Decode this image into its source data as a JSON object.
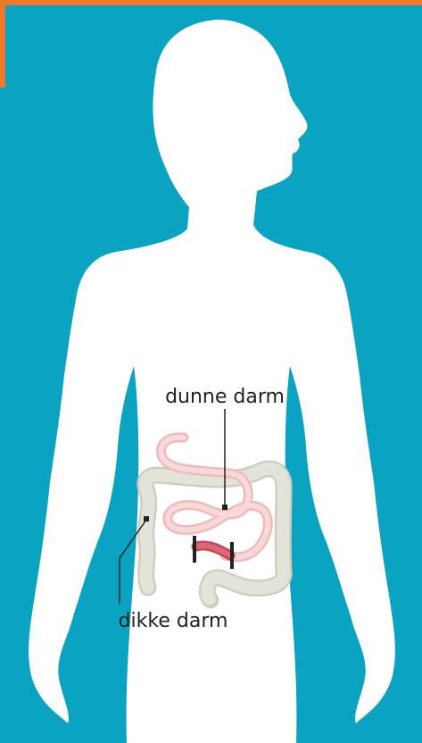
{
  "labels": {
    "small_intestine": "dunne darm",
    "large_intestine": "dikke darm"
  },
  "colors": {
    "orange_corner": "#f07a2a",
    "background": "#0aa3c2",
    "silhouette": "#ffffff",
    "small_intestine_fill": "#f7d9d9",
    "small_intestine_outline": "#f2b9bb",
    "large_intestine_fill": "#e4e3da",
    "large_intestine_outline": "#cfcec3",
    "highlight_segment": "#e06876",
    "marker": "#222222"
  },
  "icons": {
    "figure": "human-silhouette",
    "organ": "intestines"
  }
}
